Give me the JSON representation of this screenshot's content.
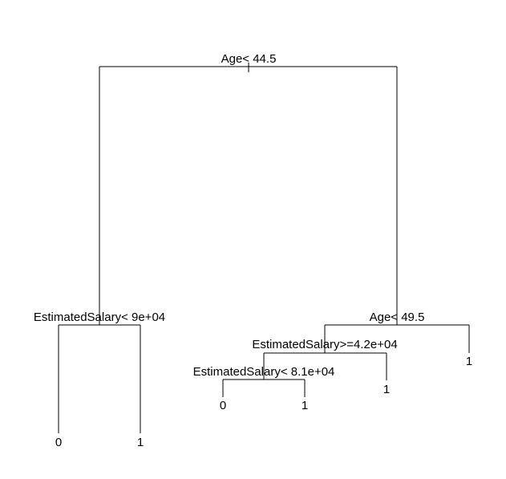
{
  "tree": {
    "root": {
      "label": "Age< 44.5",
      "left": {
        "label": "EstimatedSalary< 9e+04",
        "left": {
          "leaf": "0"
        },
        "right": {
          "leaf": "1"
        }
      },
      "right": {
        "label": "Age< 49.5",
        "left": {
          "label": "EstimatedSalary>=4.2e+04",
          "left": {
            "label": "EstimatedSalary< 8.1e+04",
            "left": {
              "leaf": "0"
            },
            "right": {
              "leaf": "1"
            }
          },
          "right": {
            "leaf": "1"
          }
        },
        "right": {
          "leaf": "1"
        }
      }
    }
  }
}
